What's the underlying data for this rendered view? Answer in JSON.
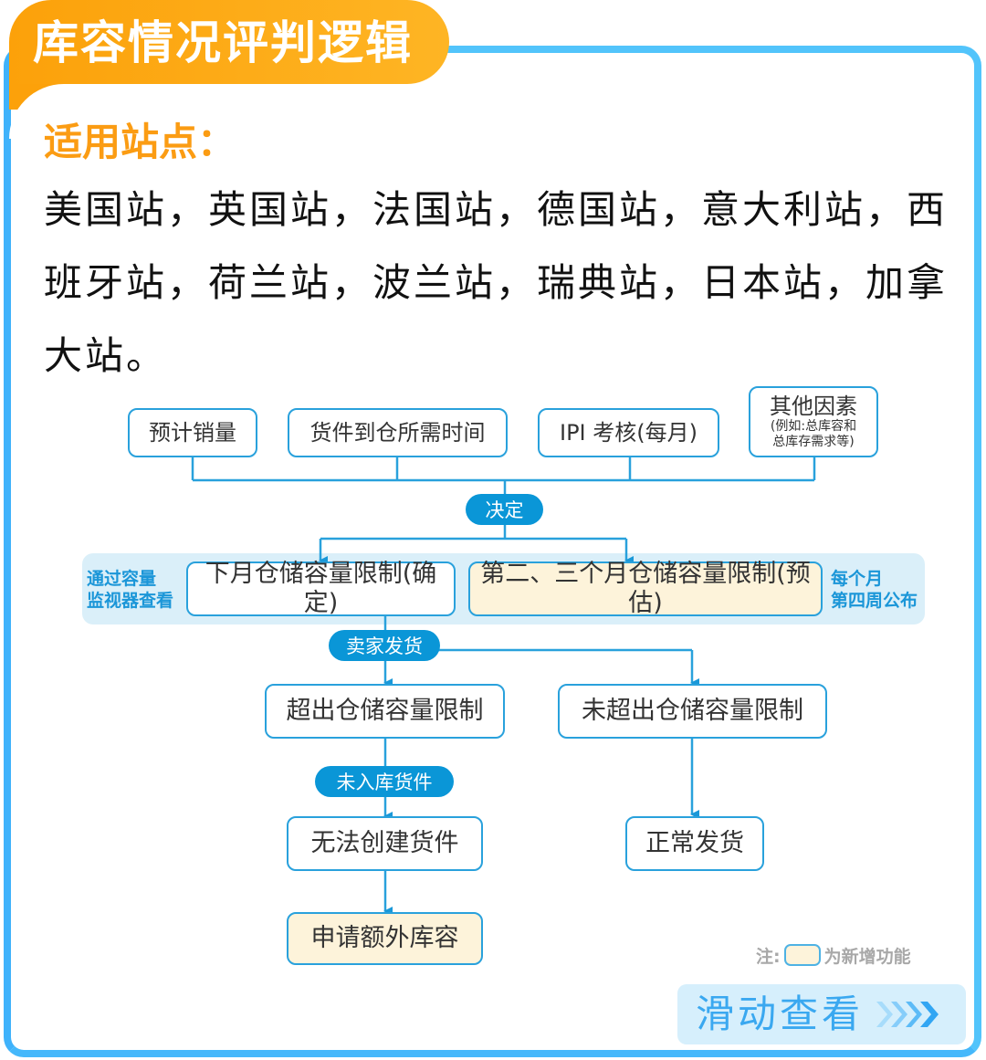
{
  "title": "库容情况评判逻辑",
  "stations": {
    "label": "适用站点：",
    "text": "美国站，英国站，法国站，德国站，意大利站，西班牙站，荷兰站，波兰站，瑞典站，日本站，加拿大站。",
    "list": [
      "美国站",
      "英国站",
      "法国站",
      "德国站",
      "意大利站",
      "西班牙站",
      "荷兰站",
      "波兰站",
      "瑞典站",
      "日本站",
      "加拿大站"
    ]
  },
  "flowchart": {
    "inputs": [
      {
        "label": "预计销量"
      },
      {
        "label": "货件到仓所需时间"
      },
      {
        "label": "IPI 考核(每月)"
      },
      {
        "label": "其他因素",
        "sub_line1": "(例如:总库容和",
        "sub_line2": "总库存需求等)"
      }
    ],
    "decide_label": "决定",
    "band_left_note": {
      "line1": "通过容量",
      "line2": "监视器查看"
    },
    "band_right_note": {
      "line1": "每个月",
      "line2": "第四周公布"
    },
    "limit_confirmed": "下月仓储容量限制(确定)",
    "limit_estimated": "第二、三个月仓储容量限制(预估)",
    "seller_ship_label": "卖家发货",
    "exceed": "超出仓储容量限制",
    "not_exceed": "未超出仓储容量限制",
    "not_received_label": "未入库货件",
    "cannot_create": "无法创建货件",
    "normal_ship": "正常发货",
    "apply_extra": "申请额外库容"
  },
  "legend": {
    "prefix": "注:",
    "suffix": "为新增功能"
  },
  "swipe": {
    "label": "滑动查看"
  },
  "colors": {
    "accent_orange": "#fca10a",
    "frame_blue": "#52c4fb",
    "line_blue": "#29a1dc",
    "pill_blue": "#0a96d7",
    "new_feature_fill": "#fdf3da",
    "band_fill": "#daeff9"
  }
}
